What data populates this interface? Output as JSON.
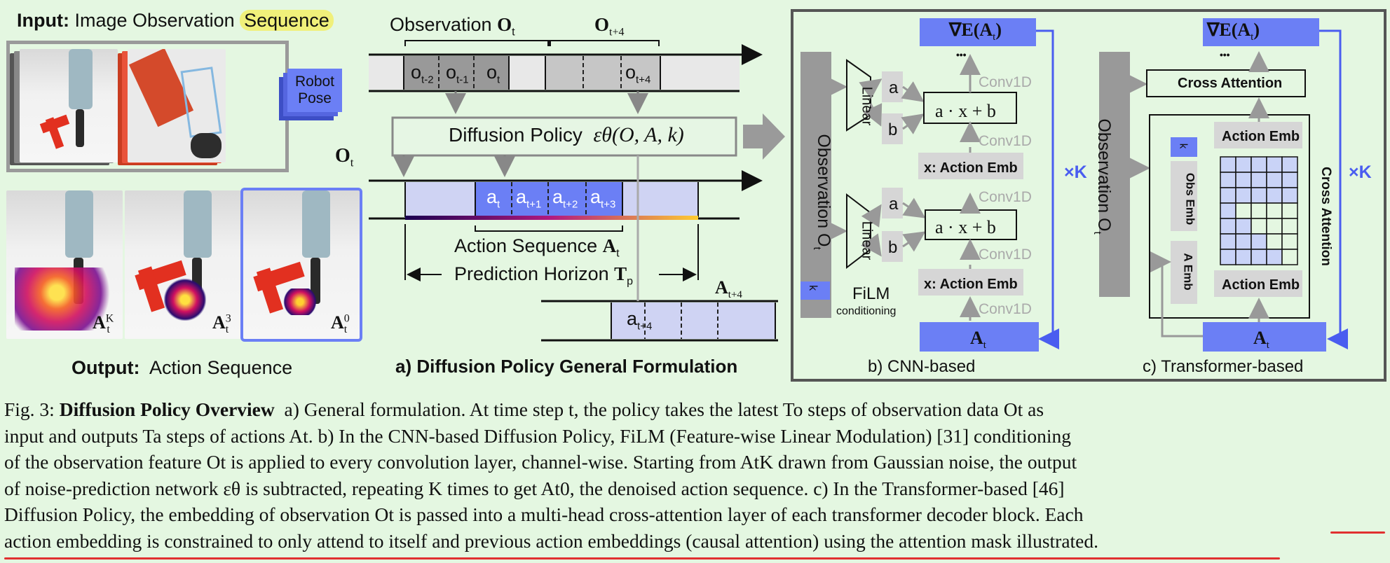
{
  "colors": {
    "background": "#e4f7e1",
    "accent_blue": "#6b7ff5",
    "gray_block": "#999999",
    "light_block": "#d6d6d6",
    "frame": "#8c8c8c",
    "cite_green": "#1faa2a",
    "underline_red": "#e03030"
  },
  "input": {
    "title_bold": "Input:",
    "title_text": "Image Observation",
    "title_highlight": "Sequence",
    "robot_pose": [
      "Robot",
      "Pose"
    ],
    "obs_label": "O",
    "obs_sub": "t"
  },
  "output": {
    "title_bold": "Output:",
    "title_text": "Action Sequence",
    "labels": [
      {
        "main": "A",
        "sup": "K",
        "sub": "t"
      },
      {
        "main": "A",
        "sup": "3",
        "sub": "t"
      },
      {
        "main": "A",
        "sup": "0",
        "sub": "t"
      }
    ]
  },
  "panel_a": {
    "obs_label": "Observation ",
    "obs_O": "O",
    "obs_sub": "t",
    "obs_future": "O",
    "obs_future_sub": "t+4",
    "obs_cells": [
      {
        "m": "o",
        "s": "t-2"
      },
      {
        "m": "o",
        "s": "t-1"
      },
      {
        "m": "o",
        "s": "t"
      }
    ],
    "obs_future_cell": {
      "m": "o",
      "s": "t+4"
    },
    "policy_text": "Diffusion Policy",
    "policy_math": "εθ(O, A, k)",
    "action_cells": [
      {
        "m": "a",
        "s": "t"
      },
      {
        "m": "a",
        "s": "t+1"
      },
      {
        "m": "a",
        "s": "t+2"
      },
      {
        "m": "a",
        "s": "t+3"
      }
    ],
    "action_seq_label": "Action Sequence ",
    "action_seq_A": "A",
    "action_seq_sub": "t",
    "horizon_label": "Prediction Horizon ",
    "horizon_T": "T",
    "horizon_sub": "p",
    "future_action_label": "A",
    "future_action_sub": "t+4",
    "future_action_cell": {
      "m": "a",
      "s": "t+4"
    },
    "caption": "a) Diffusion Policy General Formulation"
  },
  "panel_b": {
    "obs_vertical": "Observation O",
    "obs_vertical_sub": "t",
    "k_label": "k",
    "film": "FiLM",
    "film_sub": "conditioning",
    "linear": "Linear",
    "a": "a",
    "b": "b",
    "affine": "a · x + b",
    "conv": "Conv1D",
    "action_emb": "x: Action Emb",
    "grad": "∇E(A",
    "grad_sub": "t",
    "grad_close": ")",
    "dots": "• • •",
    "input": "A",
    "input_sub": "t",
    "times_k": "×K",
    "caption": "b) CNN-based"
  },
  "panel_c": {
    "obs_vertical": "Observation O",
    "obs_vertical_sub": "t",
    "cross_attention": "Cross Attention",
    "action_emb": "Action Emb",
    "k_label": "k",
    "obs_emb": "Obs Emb",
    "a_emb": "A Emb",
    "cross_attention_vertical": "Cross Attention",
    "grad": "∇E(A",
    "grad_sub": "t",
    "grad_close": ")",
    "dots": "• • •",
    "input": "A",
    "input_sub": "t",
    "times_k": "×K",
    "caption": "c) Transformer-based"
  },
  "caption": {
    "fig": "Fig. 3:",
    "title": "Diffusion Policy Overview",
    "lines": [
      "a) General formulation. At time step t, the policy takes the latest To steps of observation data Ot as",
      "input and outputs Ta steps of actions At. b) In the CNN-based Diffusion Policy, FiLM (Feature-wise Linear Modulation) [31] conditioning",
      "of the observation feature Ot is applied to every convolution layer, channel-wise. Starting from AtK drawn from Gaussian noise, the output",
      "of noise-prediction network εθ is subtracted, repeating K times to get At0, the denoised action sequence. c) In the Transformer-based [46]",
      "Diffusion Policy, the embedding of observation Ot is passed into a multi-head cross-attention layer of each transformer decoder block. Each",
      "action embedding is constrained to only attend to itself and previous action embeddings (causal attention) using the attention mask illustrated."
    ],
    "cite_31": "[31]",
    "cite_46": "[46]"
  }
}
